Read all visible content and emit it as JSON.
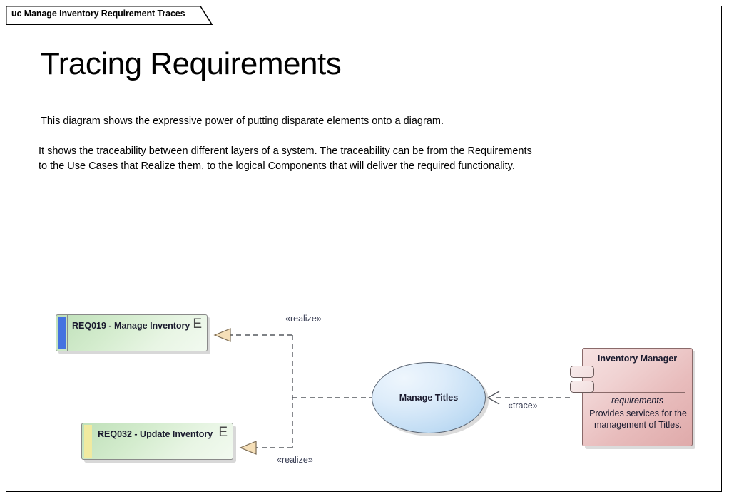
{
  "frame": {
    "tab_label": "uc Manage Inventory Requirement Traces"
  },
  "heading": "Tracing Requirements",
  "notes": [
    "This diagram shows the expressive power of putting disparate elements onto a diagram.",
    "It shows the traceability between different layers of a system.  The traceability can be from the Requirements to the Use Cases that Realize them, to the logical Components that will deliver the required functionality."
  ],
  "requirements": [
    {
      "name": "REQ019 - Manage Inventory",
      "icon": "E",
      "bar_color": "#4472e0"
    },
    {
      "name": "REQ032 - Update Inventory",
      "icon": "E",
      "bar_color": "#f0eaa0"
    }
  ],
  "usecase": {
    "name": "Manage Titles"
  },
  "component": {
    "name": "Inventory Manager",
    "stereotype": "requirements",
    "description": "Provides services for the management of Titles."
  },
  "connectors": [
    {
      "label": "«realize»",
      "from": "Manage Titles",
      "to": "REQ019 - Manage Inventory"
    },
    {
      "label": "«realize»",
      "from": "Manage Titles",
      "to": "REQ032 - Update Inventory"
    },
    {
      "label": "«trace»",
      "from": "Inventory Manager",
      "to": "Manage Titles"
    }
  ],
  "colors": {
    "requirement_fill": "#d9efd3",
    "usecase_fill": "#c2ddf4",
    "component_fill": "#e8bcbc",
    "connector": "#55585f",
    "arrowhead_fill": "#f5dfb8"
  }
}
